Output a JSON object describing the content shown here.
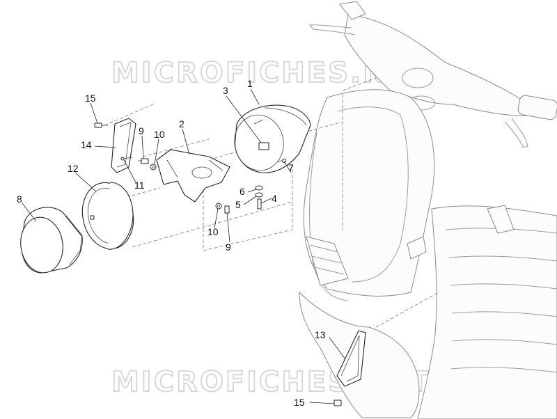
{
  "watermark": {
    "top_text": "MICROFICHES.NET",
    "bottom_text": "MICROFICHES.NET"
  },
  "callouts": {
    "c1": "1",
    "c2": "2",
    "c3": "3",
    "c4": "4",
    "c5": "5",
    "c6": "6",
    "c7": "7",
    "c8": "8",
    "c9a": "9",
    "c9b": "9",
    "c10a": "10",
    "c10b": "10",
    "c11": "11",
    "c12": "12",
    "c13": "13",
    "c14": "14",
    "c15a": "15",
    "c15b": "15"
  }
}
